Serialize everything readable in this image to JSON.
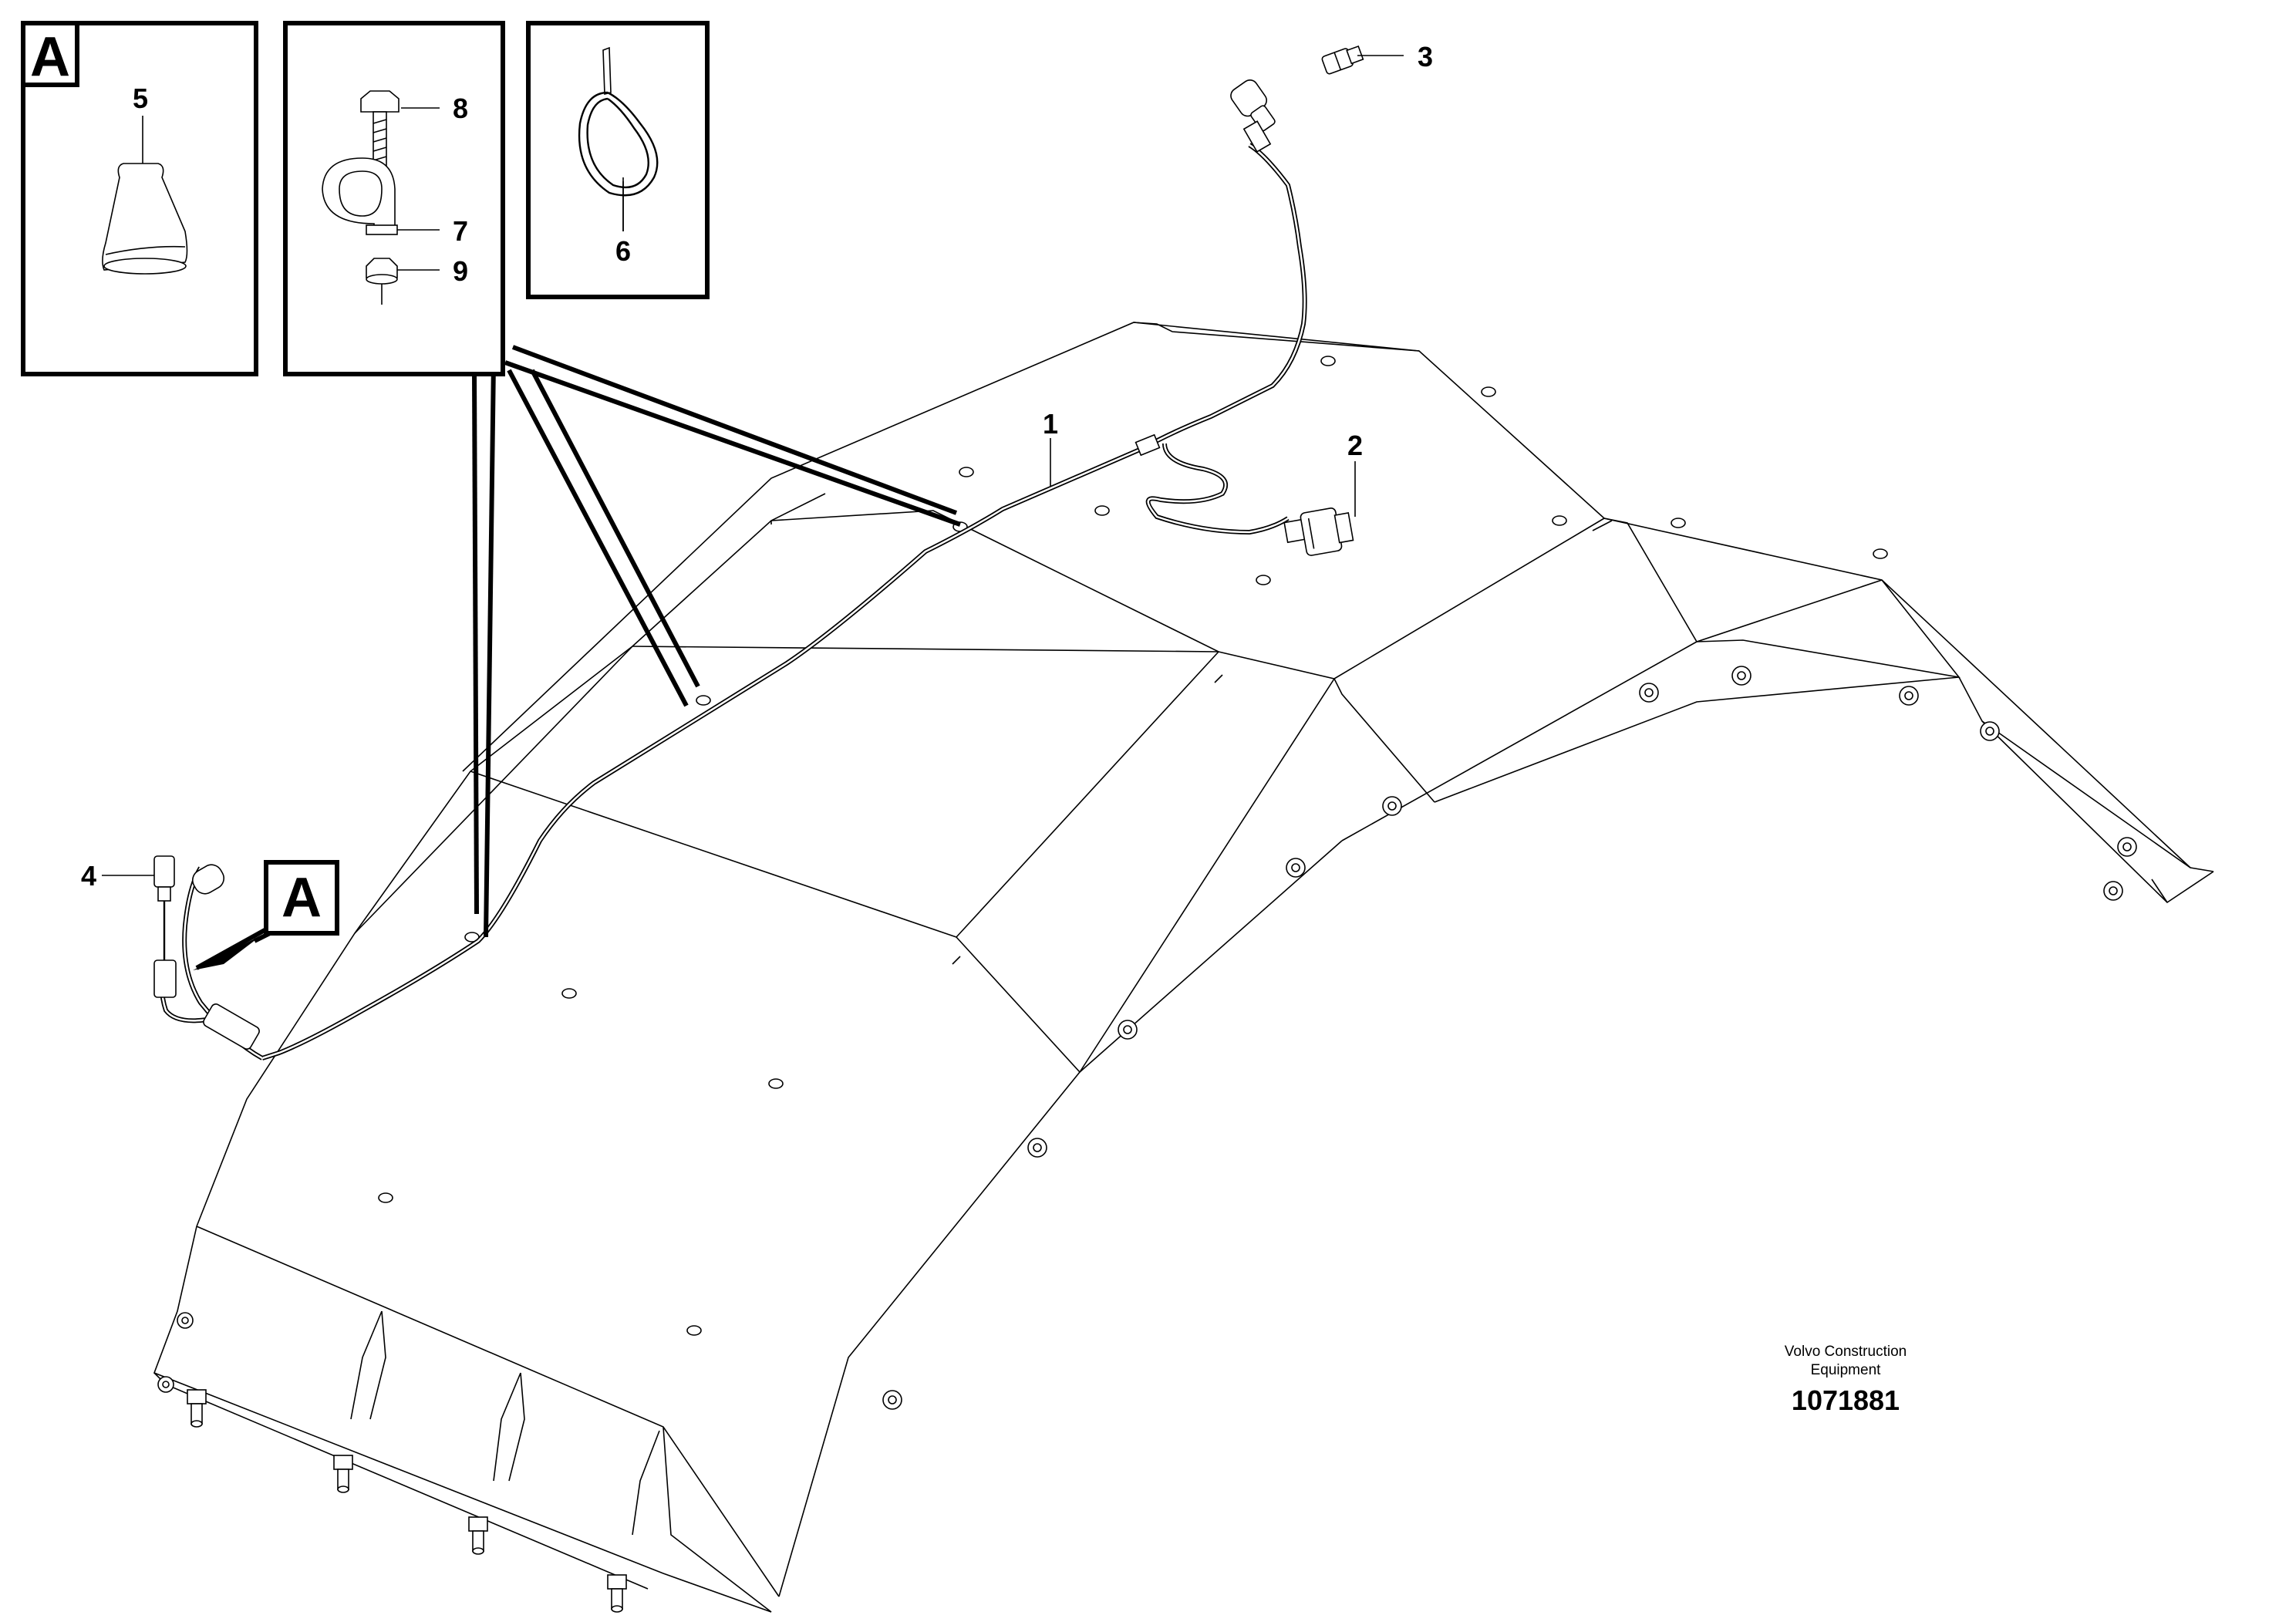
{
  "detail_marker": "A",
  "callouts": {
    "c1": "1",
    "c2": "2",
    "c3": "3",
    "c4": "4",
    "c5": "5",
    "c6": "6",
    "c7": "7",
    "c8": "8",
    "c9": "9"
  },
  "credit": {
    "line1": "Volvo Construction",
    "line2": "Equipment",
    "number": "1071881"
  }
}
